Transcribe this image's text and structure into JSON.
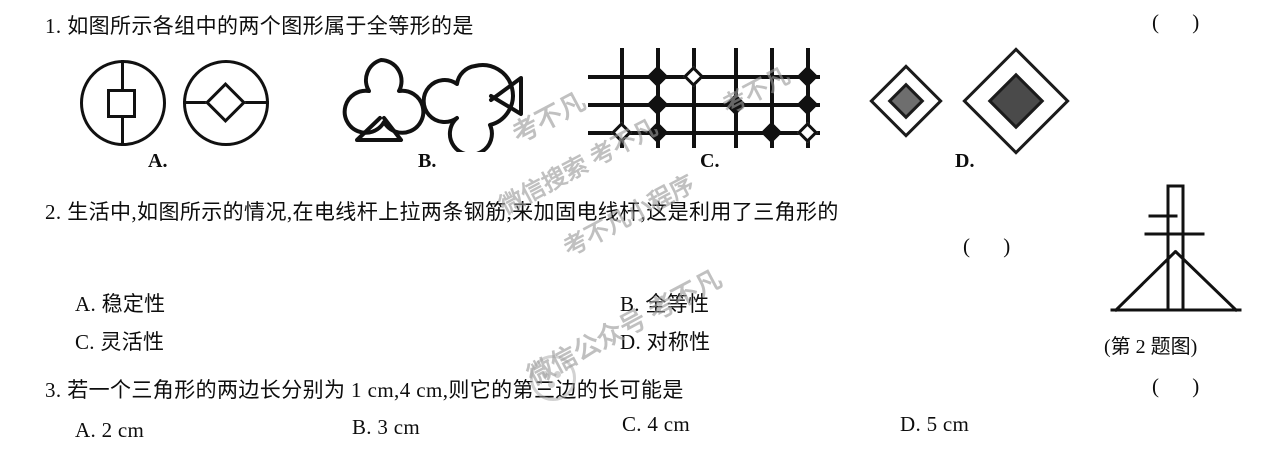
{
  "document": {
    "type": "math-worksheet-scan",
    "language": "zh-CN"
  },
  "questions": [
    {
      "number": "1.",
      "stem": "1. 如图所示各组中的两个图形属于全等形的是",
      "answer_paren": "(    )",
      "figure_labels": [
        "A.",
        "B.",
        "C.",
        "D."
      ]
    },
    {
      "number": "2.",
      "stem": "2. 生活中,如图所示的情况,在电线杆上拉两条钢筋,来加固电线杆,这是利用了三角形的",
      "answer_paren": "(    )",
      "options": [
        {
          "key": "A",
          "text": "A. 稳定性"
        },
        {
          "key": "B",
          "text": "B. 全等性"
        },
        {
          "key": "C",
          "text": "C. 灵活性"
        },
        {
          "key": "D",
          "text": "D. 对称性"
        }
      ],
      "figure_caption": "(第 2 题图)"
    },
    {
      "number": "3.",
      "stem": "3. 若一个三角形的两边长分别为 1 cm,4 cm,则它的第三边的长可能是",
      "answer_paren": "(    )",
      "options": [
        {
          "key": "A",
          "text": "A. 2 cm"
        },
        {
          "key": "B",
          "text": "B. 3 cm"
        },
        {
          "key": "C",
          "text": "C. 4 cm"
        },
        {
          "key": "D",
          "text": "D. 5 cm"
        }
      ]
    }
  ],
  "figures": {
    "group_a": {
      "name": "circle-pair",
      "left": "circle with vertical diameter line and centered square",
      "right": "circle with horizontal diameter line and centered diamond"
    },
    "group_b": {
      "name": "club-pair",
      "left": "club symbol stem pointing down",
      "right": "club symbol rotated 90 degrees, stem pointing right"
    },
    "group_c": {
      "name": "go-board-pair",
      "grid1_nodes": [
        {
          "row": 1,
          "col": 2,
          "fill": "filled"
        },
        {
          "row": 1,
          "col": 3,
          "fill": "hollow"
        },
        {
          "row": 2,
          "col": 2,
          "fill": "filled"
        },
        {
          "row": 3,
          "col": 1,
          "fill": "hollow"
        },
        {
          "row": 3,
          "col": 2,
          "fill": "filled"
        }
      ],
      "grid2_nodes": [
        {
          "row": 1,
          "col": 3,
          "fill": "filled"
        },
        {
          "row": 2,
          "col": 1,
          "fill": "filled"
        },
        {
          "row": 2,
          "col": 3,
          "fill": "filled"
        },
        {
          "row": 3,
          "col": 2,
          "fill": "filled"
        },
        {
          "row": 3,
          "col": 3,
          "fill": "hollow"
        }
      ]
    },
    "group_d": {
      "name": "nested-diamond-pair",
      "left": "small nested diamond with shaded core",
      "right": "large nested diamond with shaded core"
    },
    "pole": {
      "name": "utility-pole-with-guy-wires",
      "caption": "(第 2 题图)"
    }
  },
  "watermarks": [
    {
      "text": "考不凡"
    },
    {
      "text": "微信搜索 考不凡"
    },
    {
      "text": "考不凡小程序"
    },
    {
      "text": "微信公众号 考不凡"
    },
    {
      "text": "考不凡"
    }
  ],
  "colors": {
    "ink": "#0d0d0d",
    "paper": "#ffffff",
    "watermark": "#9a9a9a",
    "shade": "#6e6e6e"
  }
}
